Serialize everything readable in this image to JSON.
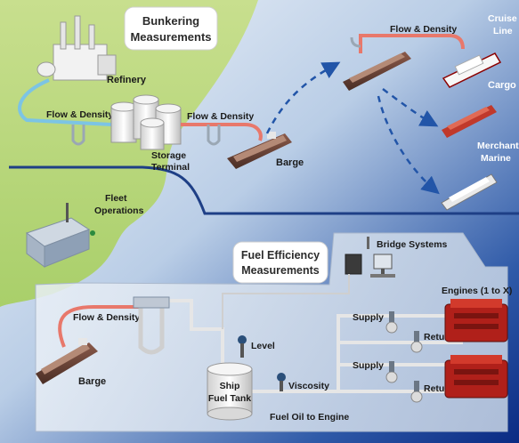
{
  "titles": {
    "bunkering_line1": "Bunkering",
    "bunkering_line2": "Measurements",
    "fuel_eff_line1": "Fuel Efficiency",
    "fuel_eff_line2": "Measurements"
  },
  "labels": {
    "refinery": "Refinery",
    "flow_density_1": "Flow & Density",
    "flow_density_2": "Flow & Density",
    "flow_density_3": "Flow & Density",
    "flow_density_4": "Flow & Density",
    "storage_line1": "Storage",
    "storage_line2": "Terminal",
    "barge_top": "Barge",
    "barge_bottom": "Barge",
    "cruise_line1": "Cruise",
    "cruise_line2": "Line",
    "cargo": "Cargo",
    "merchant_line1": "Merchant",
    "merchant_line2": "Marine",
    "fleet_line1": "Fleet",
    "fleet_line2": "Operations",
    "bridge_systems": "Bridge Systems",
    "engines": "Engines (1 to X)",
    "supply_1": "Supply",
    "supply_2": "Supply",
    "return_1": "Return",
    "return_2": "Return",
    "level": "Level",
    "viscosity": "Viscosity",
    "tank_line1": "Ship",
    "tank_line2": "Fuel Tank",
    "fuel_oil_to_engine": "Fuel Oil to Engine"
  },
  "colors": {
    "land": "#b9d77f",
    "sea_light": "#dfe9f3",
    "sea_deep": "#0a2a83",
    "pipe_cold": "#7cc4e4",
    "pipe_hot": "#e8786b",
    "pipe_grey": "#e6e6e6",
    "arrow_blue": "#2255a8"
  }
}
